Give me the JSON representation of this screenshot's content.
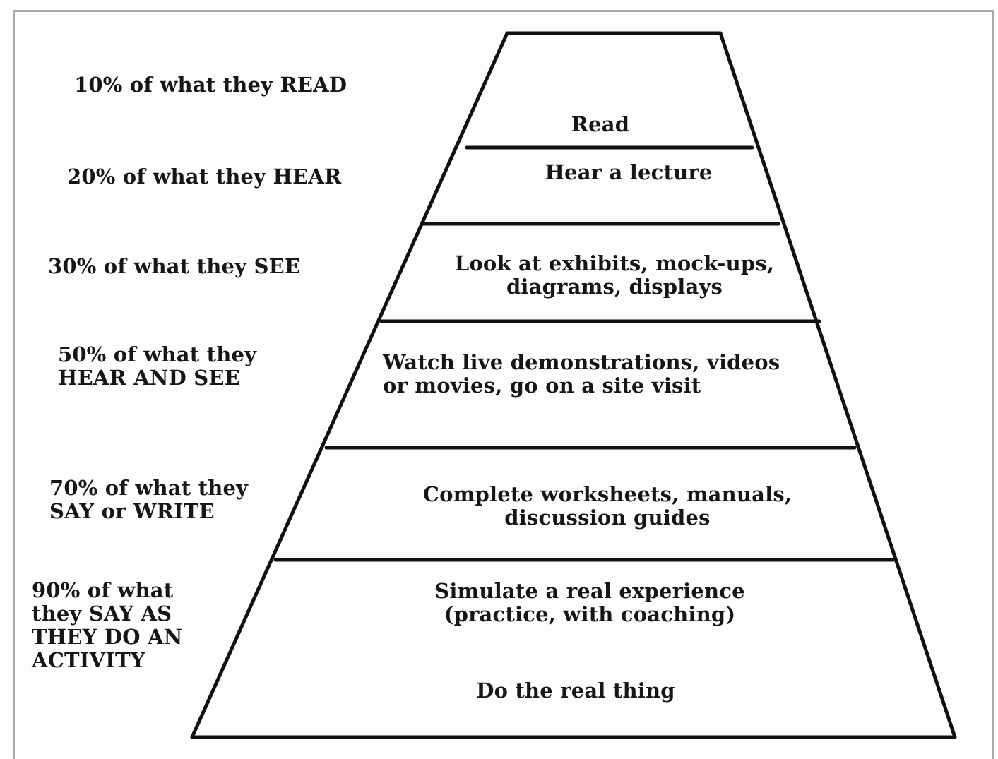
{
  "pyramid": {
    "levels": [
      {
        "id": "read",
        "label": "Read",
        "retention": "10% of what they READ"
      },
      {
        "id": "hear",
        "label": "Hear a lecture",
        "retention": "20% of what they HEAR"
      },
      {
        "id": "see",
        "label": "Look at exhibits, mock-ups,\ndiagrams, displays",
        "retention": "30% of what they SEE"
      },
      {
        "id": "hear-see",
        "label": "Watch live demonstrations, videos\nor movies, go on a site visit",
        "retention": "50% of what they\nHEAR AND SEE"
      },
      {
        "id": "say-write",
        "label": "Complete worksheets, manuals,\ndiscussion guides",
        "retention": "70% of what they\nSAY or WRITE"
      },
      {
        "id": "do",
        "label": "Simulate a real experience\n(practice, with coaching)",
        "label2": "Do the real thing",
        "retention": "90% of what\nthey SAY AS\nTHEY DO AN\nACTIVITY"
      }
    ]
  }
}
